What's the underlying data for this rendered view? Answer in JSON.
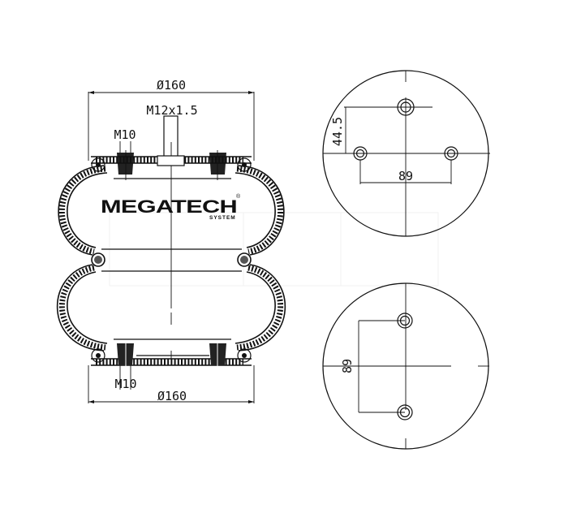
{
  "drawing": {
    "type": "technical-drawing",
    "subject": "double convoluted air spring",
    "brand": {
      "name": "MEGATECH",
      "sub": "SYSTEM",
      "registered_mark": "®"
    },
    "side_view": {
      "top_diameter_label": "Ø160",
      "bottom_diameter_label": "Ø160",
      "center_thread_label": "M12x1.5",
      "top_stud_label": "M10",
      "bottom_stud_label": "M10"
    },
    "top_plate_view": {
      "vertical_offset_label": "44.5",
      "horizontal_spacing_label": "89",
      "hole_count": 3
    },
    "bottom_plate_view": {
      "vertical_spacing_label": "89",
      "hole_count": 2
    },
    "colors": {
      "line": "#111111",
      "background": "#ffffff"
    }
  }
}
